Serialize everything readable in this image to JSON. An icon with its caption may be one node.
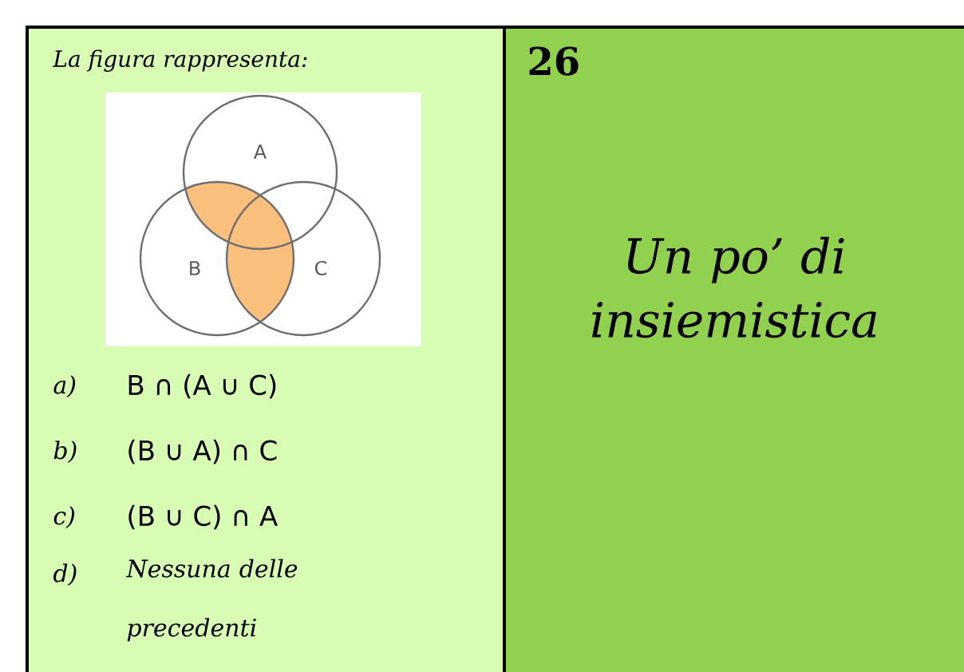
{
  "diagram": {
    "nodes": [
      {
        "text": [
          "La figura rappresenta:"
        ]
      },
      {
        "text": [
          "A"
        ],
        "in": 0
      },
      {
        "text": [
          "B"
        ],
        "in": 0
      },
      {
        "text": [
          "C"
        ],
        "in": 0
      },
      {
        "text": [
          "26",
          "Un po’ di insiemistica"
        ]
      }
    ],
    "labels": [
      "a)",
      "B ∩ (A ∪  C)",
      "b)",
      "(B ∪ A) ∩ C",
      "c)",
      "(B ∪ C) ∩ A",
      "d)",
      "Nessuna delle precedenti"
    ]
  }
}
